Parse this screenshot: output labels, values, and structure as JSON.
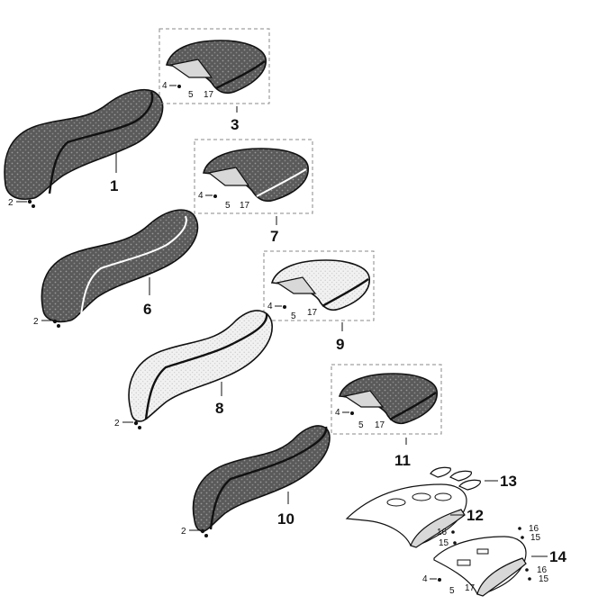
{
  "parts": {
    "p1": "1",
    "p2a": "2",
    "p2b": "2",
    "p2c": "2",
    "p2d": "2",
    "p3": "3",
    "p4a": "4",
    "p4b": "4",
    "p4c": "4",
    "p4d": "4",
    "p4e": "4",
    "p5a": "5",
    "p5b": "5",
    "p5c": "5",
    "p5d": "5",
    "p5e": "5",
    "p6": "6",
    "p7": "7",
    "p8": "8",
    "p9": "9",
    "p10": "10",
    "p11": "11",
    "p12": "12",
    "p13": "13",
    "p14": "14",
    "p15a": "15",
    "p15b": "15",
    "p15c": "15",
    "p16a": "16",
    "p16b": "16",
    "p16c": "16",
    "p17a": "17",
    "p17b": "17",
    "p17c": "17",
    "p17d": "17",
    "p17e": "17"
  },
  "colors": {
    "dark_seat": "#5a5a5a",
    "light_seat": "#e6e6e6",
    "ink": "#111111",
    "dashed_box": "#888888"
  }
}
